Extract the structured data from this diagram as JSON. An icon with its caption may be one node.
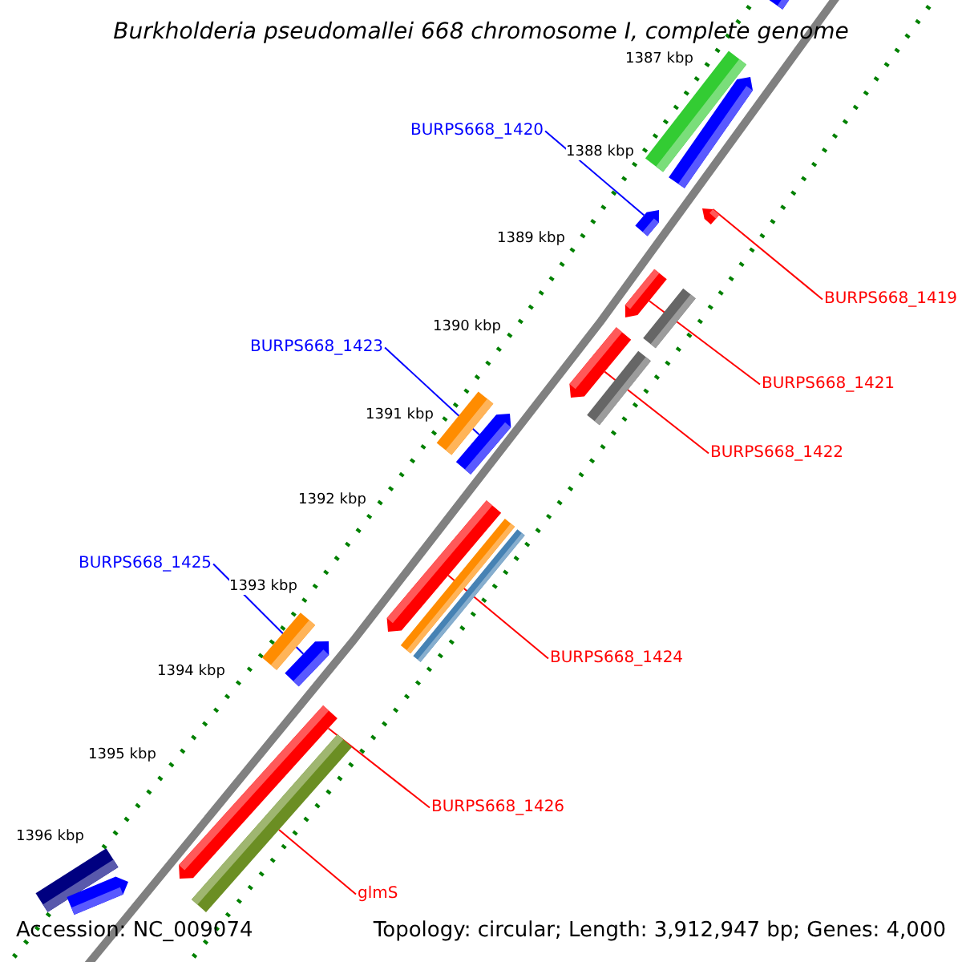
{
  "diagram": {
    "title": "Burkholderia pseudomallei 668 chromosome I, complete genome",
    "nodes": [
      {
        "text": [
          "BURPS668_1420"
        ]
      },
      {
        "text": [
          "BURPS668_1419"
        ]
      },
      {
        "text": [
          "BURPS668_1423"
        ]
      },
      {
        "text": [
          "BURPS668_1421"
        ]
      },
      {
        "text": [
          "BURPS668_1422"
        ]
      },
      {
        "text": [
          "BURPS668_1425"
        ]
      },
      {
        "text": [
          "BURPS668_1424"
        ]
      },
      {
        "text": [
          "BURPS668_1426"
        ]
      },
      {
        "text": [
          "glmS"
        ]
      },
      {
        "text": [],
        "shape": "bar"
      },
      {
        "text": [],
        "shape": "bar"
      },
      {
        "text": [],
        "shape": "arrow"
      },
      {
        "text": [],
        "shape": "arrow"
      },
      {
        "text": [],
        "shape": "arrow"
      },
      {
        "text": [],
        "shape": "arrow"
      },
      {
        "text": [],
        "shape": "bar"
      },
      {
        "text": [],
        "shape": "arrow"
      },
      {
        "text": [],
        "shape": "bar"
      },
      {
        "text": [],
        "shape": "bar"
      },
      {
        "text": [],
        "shape": "arrow"
      },
      {
        "text": [],
        "shape": "arrow"
      },
      {
        "text": [],
        "shape": "bar"
      },
      {
        "text": [],
        "shape": "bar"
      },
      {
        "text": [],
        "shape": "bar"
      },
      {
        "text": [],
        "shape": "arrow"
      },
      {
        "text": [],
        "shape": "arrow"
      },
      {
        "text": [],
        "shape": "bar"
      },
      {
        "text": [],
        "shape": "bar"
      },
      {
        "text": [],
        "shape": "arrow"
      }
    ],
    "edges": [
      {
        "from": 0,
        "to": 13,
        "arrow": "none",
        "color": "#0000ff"
      },
      {
        "from": 1,
        "to": 12,
        "arrow": "none"
      },
      {
        "from": 2,
        "to": 19,
        "arrow": "none",
        "color": "#0000ff"
      },
      {
        "from": 3,
        "to": 14,
        "arrow": "none"
      },
      {
        "from": 4,
        "to": 16,
        "arrow": "none"
      },
      {
        "from": 5,
        "to": 24,
        "arrow": "none",
        "color": "#0000ff"
      },
      {
        "from": 6,
        "to": 20,
        "arrow": "none"
      },
      {
        "from": 7,
        "to": 25,
        "arrow": "none"
      },
      {
        "from": 8,
        "to": 26,
        "arrow": "none"
      }
    ],
    "labels": [
      "1387 kbp",
      "1388 kbp",
      "1389 kbp",
      "1390 kbp",
      "1391 kbp",
      "1392 kbp",
      "1393 kbp",
      "1394 kbp",
      "1395 kbp",
      "1396 kbp",
      "Accession: NC_009074",
      "Topology: circular; Length: 3,912,947 bp; Genes: 4,000"
    ]
  }
}
